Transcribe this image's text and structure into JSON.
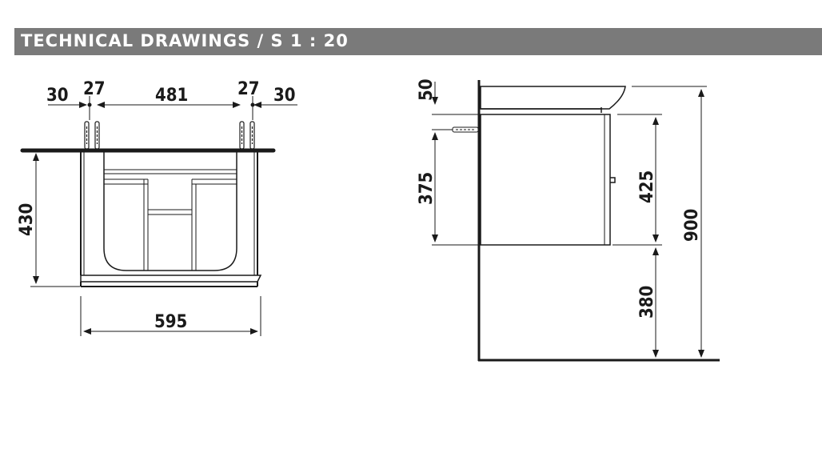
{
  "header": {
    "title": "TECHNICAL DRAWINGS / S 1 : 20",
    "bar_color": "#7a7a7a"
  },
  "front_view": {
    "dim_left_margin": "30",
    "dim_left_hole": "27",
    "dim_hole_spacing": "481",
    "dim_right_hole": "27",
    "dim_right_margin": "30",
    "dim_height": "430",
    "dim_width": "595"
  },
  "side_view": {
    "dim_top_offset": "50",
    "dim_fixing_height": "375",
    "dim_cabinet_height": "425",
    "dim_total_height": "900",
    "dim_floor_clearance": "380"
  }
}
